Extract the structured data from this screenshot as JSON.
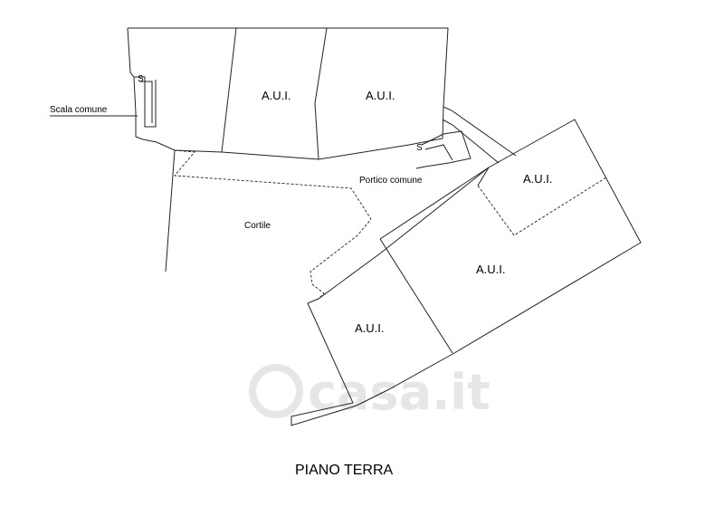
{
  "labels": {
    "aui_1": "A.U.I.",
    "aui_2": "A.U.I.",
    "aui_3": "A.U.I.",
    "aui_4": "A.U.I.",
    "aui_5": "A.U.I.",
    "scala": "Scala comune",
    "portico": "Portico comune",
    "cortile": "Cortile",
    "stair_mark": "S",
    "stair_mark2": "S"
  },
  "watermark": "casa.it",
  "title": "PIANO TERRA"
}
